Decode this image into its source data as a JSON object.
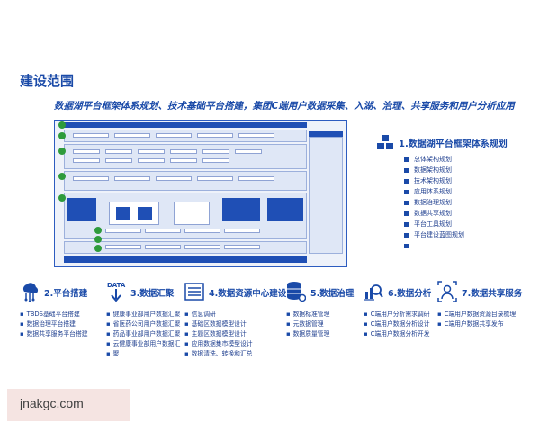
{
  "page_title": "建设范围",
  "subtitle": "数据湖平台框架体系规划、技术基础平台搭建，集团C端用户数据采集、入湖、治理、共享服务和用户分析应用",
  "item1": {
    "title": "1.数据湖平台框架体系规划",
    "subitems": [
      "总体架构规划",
      "数据架构规划",
      "技术架构规划",
      "应用体系规划",
      "数据治理规划",
      "数据共享规划",
      "平台工具规划",
      "平台建设蓝图规划",
      "..."
    ]
  },
  "sections": [
    {
      "title": "2.平台搭建",
      "icon": "cloud-network-icon",
      "bullets": [
        "TBDS基础平台搭建",
        "数据治理平台搭建",
        "数据共享服务平台搭建"
      ]
    },
    {
      "title": "3.数据汇聚",
      "icon": "data-download-icon",
      "bullets": [
        "健康事业部用户数据汇聚",
        "省医药公司用户数据汇聚",
        "药品事业部用户数据汇聚",
        "云健康事业部用户数据汇",
        "聚"
      ]
    },
    {
      "title": "4.数据资源中心建设",
      "icon": "server-list-icon",
      "bullets": [
        "信息调研",
        "基础区数据模型设计",
        "主题区数据模型设计",
        "应用数据集市模型设计",
        "数据清洗、转换和汇总"
      ]
    },
    {
      "title": "5.数据治理",
      "icon": "database-settings-icon",
      "bullets": [
        "数据标准管理",
        "元数据管理",
        "数据质量管理"
      ]
    },
    {
      "title": "6.数据分析",
      "icon": "analytics-chart-icon",
      "bullets": [
        "C端用户分析需求调研",
        "C端用户数据分析设计",
        "C端用户数据分析开发"
      ]
    },
    {
      "title": "7.数据共享服务",
      "icon": "user-share-icon",
      "bullets": [
        "C端用户数据资源目录梳理",
        "C端用户数据共享发布"
      ]
    }
  ],
  "watermark": "jnakgc.com",
  "colors": {
    "primary": "#1a4aa8",
    "accent_green": "#2e9b3c",
    "watermark_bg": "#f5e4e2"
  }
}
